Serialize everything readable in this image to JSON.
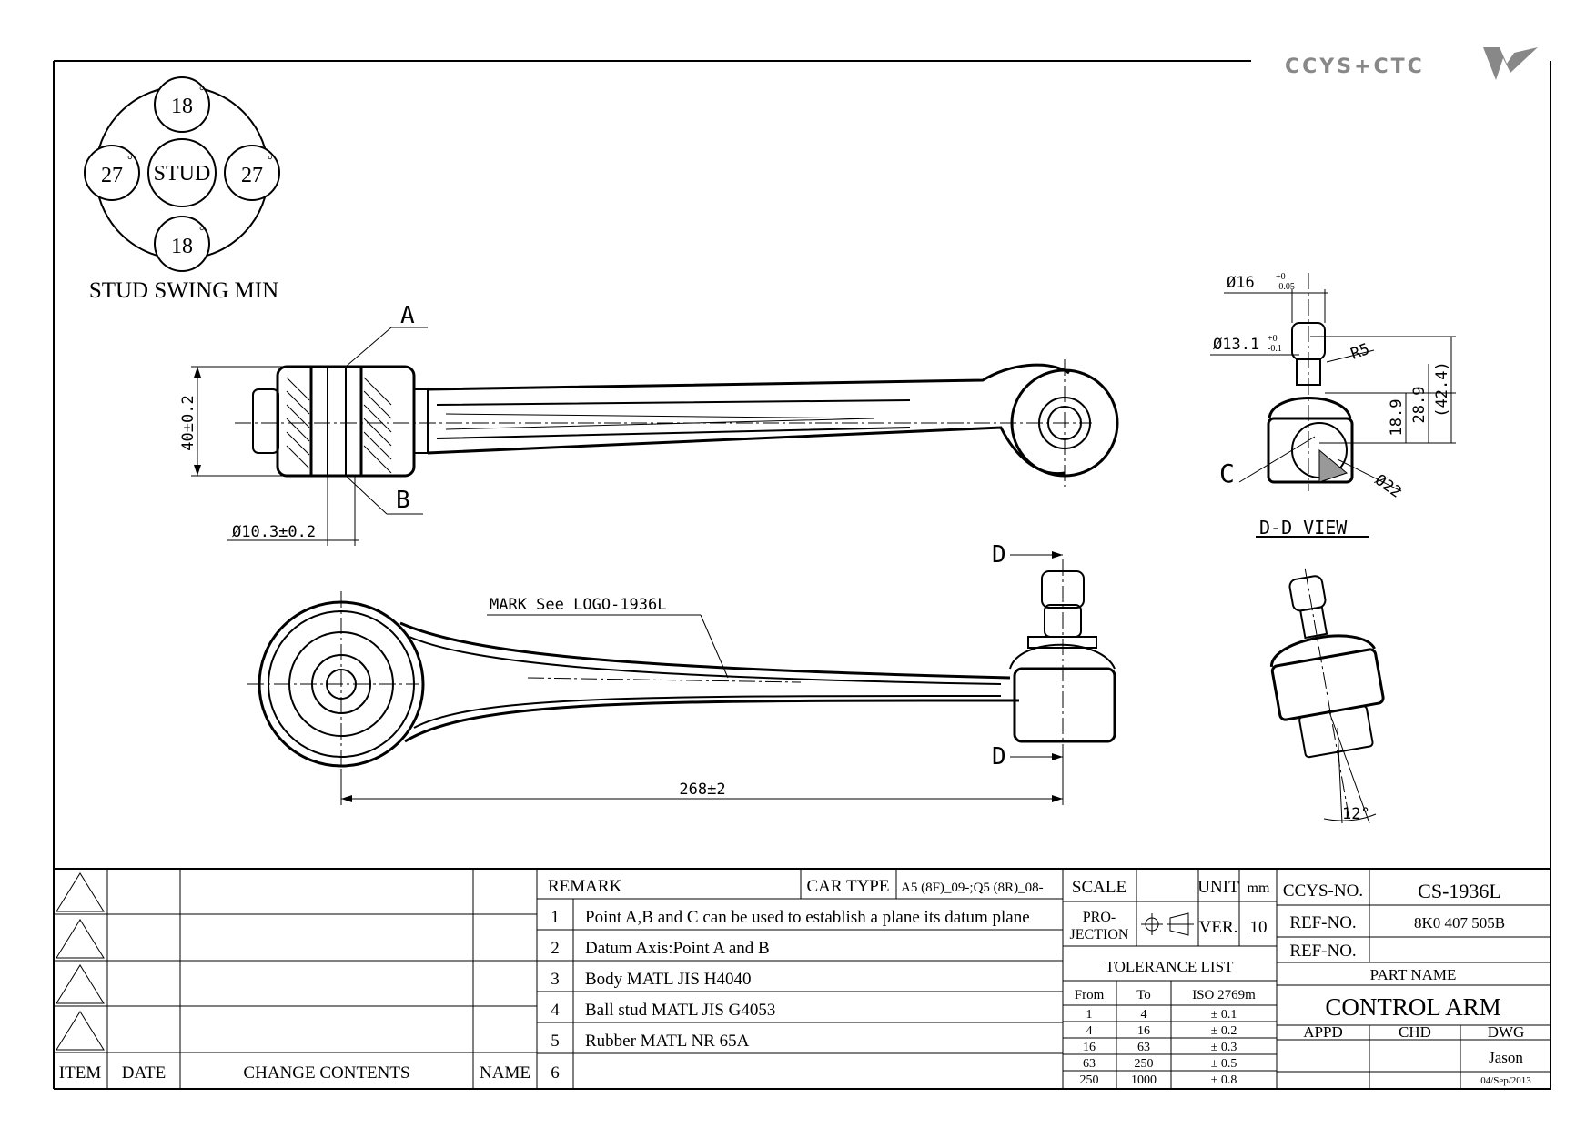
{
  "brand": {
    "logo_text": "CCYS+CTC"
  },
  "stud_swing": {
    "center": "STUD",
    "top": "18",
    "bottom": "18",
    "left": "27",
    "right": "27",
    "degree": "°",
    "title": "STUD SWING MIN"
  },
  "callouts": {
    "point_a": "A",
    "point_b": "B",
    "point_c": "C",
    "section_d": "D",
    "dim_height": "40±0.2",
    "dim_bore": "Ø10.3±0.2",
    "dim_length": "268±2",
    "mark_note": "MARK See LOGO-1936L",
    "dim_d16": "Ø16",
    "dim_d16_tol_up": "+0",
    "dim_d16_tol_dn": "-0.05",
    "dim_d13": "Ø13.1",
    "dim_d13_tol_up": "+0",
    "dim_d13_tol_dn": "-0.1",
    "dim_r5": "R5",
    "dim_d22": "Ø22",
    "dim_189": "18.9",
    "dim_289": "28.9",
    "dim_424": "(42.4)",
    "view_label": "D-D VIEW",
    "angle": "12°"
  },
  "revision_table": {
    "headers": {
      "item": "ITEM",
      "date": "DATE",
      "contents": "CHANGE CONTENTS",
      "name": "NAME"
    }
  },
  "remarks": {
    "header": "REMARK",
    "car_type_label": "CAR TYPE",
    "car_type_value": "A5 (8F)_09-;Q5 (8R)_08-",
    "items": [
      {
        "n": "1",
        "text": "Point A,B and C can be used to establish a plane its datum plane"
      },
      {
        "n": "2",
        "text": "Datum Axis:Point A and B"
      },
      {
        "n": "3",
        "text": "Body MATL JIS H4040"
      },
      {
        "n": "4",
        "text": "Ball stud MATL JIS G4053"
      },
      {
        "n": "5",
        "text": "Rubber MATL NR 65A"
      },
      {
        "n": "6",
        "text": ""
      }
    ]
  },
  "spec": {
    "scale_label": "SCALE",
    "scale_value": "",
    "unit_label": "UNIT",
    "unit_value": "mm",
    "projection_label_1": "PRO-",
    "projection_label_2": "JECTION",
    "ver_label": "VER.",
    "ver_value": "10",
    "tolerance_title": "TOLERANCE LIST",
    "tol_from": "From",
    "tol_to": "To",
    "tol_std": "ISO 2769m",
    "tolerances": [
      {
        "from": "1",
        "to": "4",
        "tol": "± 0.1"
      },
      {
        "from": "4",
        "to": "16",
        "tol": "± 0.2"
      },
      {
        "from": "16",
        "to": "63",
        "tol": "± 0.3"
      },
      {
        "from": "63",
        "to": "250",
        "tol": "± 0.5"
      },
      {
        "from": "250",
        "to": "1000",
        "tol": "± 0.8"
      }
    ]
  },
  "title_block": {
    "ccys_label": "CCYS-NO.",
    "ccys_value": "CS-1936L",
    "ref1_label": "REF-NO.",
    "ref1_value": "8K0 407 505B",
    "ref2_label": "REF-NO.",
    "ref2_value": "",
    "part_name_label": "PART NAME",
    "part_name": "CONTROL ARM",
    "appd": "APPD",
    "chd": "CHD",
    "dwg": "DWG",
    "drawn_by": "Jason",
    "date": "04/Sep/2013"
  }
}
